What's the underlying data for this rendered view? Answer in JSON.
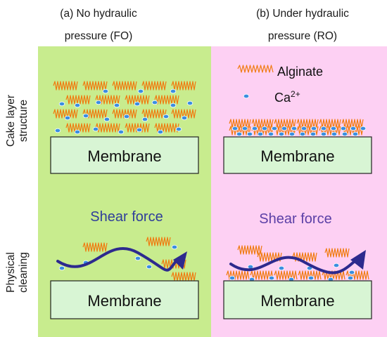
{
  "columns": {
    "a_line1": "(a) No hydraulic",
    "a_line2": "pressure (FO)",
    "b_line1": "(b) Under hydraulic",
    "b_line2": "pressure (RO)"
  },
  "rows": {
    "cake_line1": "Cake layer",
    "cake_line2": "structure",
    "clean_line1": "Physical",
    "clean_line2": "cleaning"
  },
  "legend": {
    "alginate": "Alginate",
    "calcium_base": "Ca",
    "calcium_sup": "2+"
  },
  "labels": {
    "membrane": "Membrane",
    "shear_force": "Shear force"
  },
  "colors": {
    "panel_fo": "#c8ec8e",
    "panel_ro": "#fdd0f3",
    "membrane_fill": "#d8f5d4",
    "alginate": "#f07b10",
    "calcium": "#3a8ee0",
    "arrow": "#2d2a8e",
    "shear_text_fo": "#2f3d9a",
    "shear_text_ro": "#5b3fa6"
  }
}
